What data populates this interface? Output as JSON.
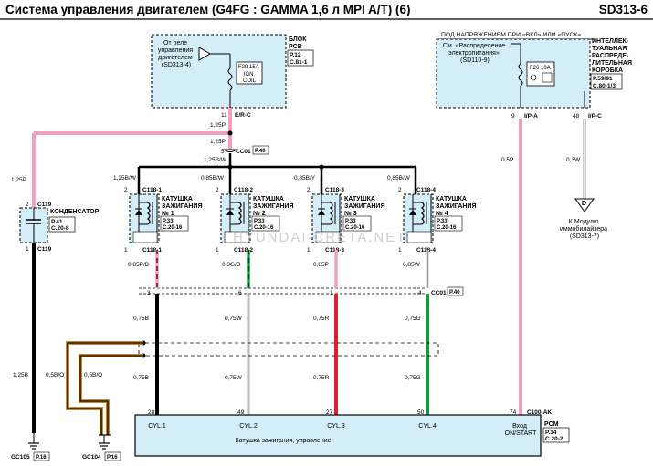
{
  "title": "Система управления двигателем (G4FG : GAMMA 1,6 л MPI A/T) (6)",
  "code": "SD313-6",
  "pcb_block": {
    "relay_note": [
      "От реле",
      "управления",
      "двигателем",
      "(SD313-4)"
    ],
    "fuse": [
      "F29 15A",
      "IGN",
      "COIL"
    ],
    "name": [
      "БЛОК",
      "PCB"
    ],
    "refs": [
      "P.12",
      "C.81-1"
    ],
    "pin": "11",
    "connector": "E/R-C"
  },
  "smart_block": {
    "header": "ПОД НАПРЯЖЕНИЕМ ПРИ «ВКЛ» ИЛИ «ПУСК»",
    "note": [
      "См. «Распределение",
      "электропитания»",
      "(SD110-9)"
    ],
    "fuse": "F26 10A",
    "name": [
      "ИНТЕЛЛЕК-",
      "ТУАЛЬНАЯ",
      "РАСПРЕДЕ-",
      "ЛИТЕЛЬНАЯ",
      "КОРОБКА"
    ],
    "refs": [
      "P.59/91",
      "C.80-1/3"
    ],
    "pin_a": "9",
    "conn_a": "I/P-A",
    "pin_c": "48",
    "conn_c": "I/P-C"
  },
  "wires": {
    "w125P_a": "1,25P",
    "w125P_b": "1,25P",
    "w125P_c": "1,25P",
    "w125BW_a": "1,25B/W",
    "w125BW_b": "1,25B/W",
    "w085BW_1": "0,85B/W",
    "w085BY": "0,85B/Y",
    "w085BW_4": "0,85B/W",
    "w05P": "0.5P",
    "w03W": "0,3W",
    "w125B": "1,25B",
    "w05BO_1": "0,5B/O",
    "w05BO_2": "0,5B/O",
    "c1_top": "0,85P/B",
    "c2_top": "0,3G/B",
    "c3_top": "0,85P",
    "c4_top": "0,85W",
    "c1_mid": "0,75B",
    "c2_mid": "0,75W",
    "c3_mid": "0,75R",
    "c4_mid": "0,75G",
    "c1_bot": "0,75B",
    "c2_bot": "0,75W",
    "c3_bot": "0,75R",
    "c4_bot": "0,75G"
  },
  "cc01": {
    "pin": "5",
    "name": "CC01",
    "ref": "P.40"
  },
  "cc01_low": {
    "name": "CC01",
    "ref": "P.40",
    "pins": [
      "3",
      "6",
      "1",
      "4"
    ]
  },
  "condenser": {
    "conn_top": "C119",
    "pin_top": "2",
    "pin_bot": "1",
    "conn_bot": "C119",
    "name": "КОНДЕНСАТОР",
    "refs": [
      "P.41",
      "C.20-8"
    ]
  },
  "coils": [
    {
      "conn": "C118-1",
      "name": [
        "КАТУШКА",
        "ЗАЖИГАНИЯ",
        "№ 1"
      ],
      "refs": [
        "P.33",
        "C.20-16"
      ],
      "pin_top": "2",
      "pin_bot": "1"
    },
    {
      "conn": "C118-2",
      "name": [
        "КАТУШКА",
        "ЗАЖИГАНИЯ",
        "№ 2"
      ],
      "refs": [
        "P.33",
        "C.20-16"
      ],
      "pin_top": "2",
      "pin_bot": "1"
    },
    {
      "conn": "C118-3",
      "name": [
        "КАТУШКА",
        "ЗАЖИГАНИЯ",
        "№ 3"
      ],
      "refs": [
        "P.33",
        "C.20-16"
      ],
      "pin_top": "2",
      "pin_bot": "1"
    },
    {
      "conn": "C118-4",
      "name": [
        "КАТУШКА",
        "ЗАЖИГАНИЯ",
        "№ 4"
      ],
      "refs": [
        "P.33",
        "C.20-16"
      ],
      "pin_top": "2",
      "pin_bot": "1"
    }
  ],
  "immob": {
    "letter": "D",
    "text": [
      "К Модулю",
      "иммобилайзера",
      "(SD313-7)"
    ]
  },
  "pcm": {
    "pins": [
      "28",
      "49",
      "27",
      "50",
      "74"
    ],
    "cyl": [
      "CYL.1",
      "CYL.2",
      "CYL.3",
      "CYL.4"
    ],
    "input": [
      "Вход",
      "ON/START"
    ],
    "conn": "C100-AK",
    "caption": "Катушка зажигания, управление",
    "name": "PCM",
    "refs": [
      "P.14",
      "C.20-2"
    ]
  },
  "grounds": [
    {
      "name": "GC105",
      "ref": "P.16"
    },
    {
      "name": "GC104",
      "ref": "P.16"
    }
  ],
  "watermark": "HYUNDAI-CRETA.NET",
  "colors": {
    "pink": "#f0a0c0",
    "red": "#e02030",
    "green": "#109a3a",
    "box_fill": "#d4eef9",
    "orange": "#c88a2a",
    "light_green": "#d8efd8"
  }
}
